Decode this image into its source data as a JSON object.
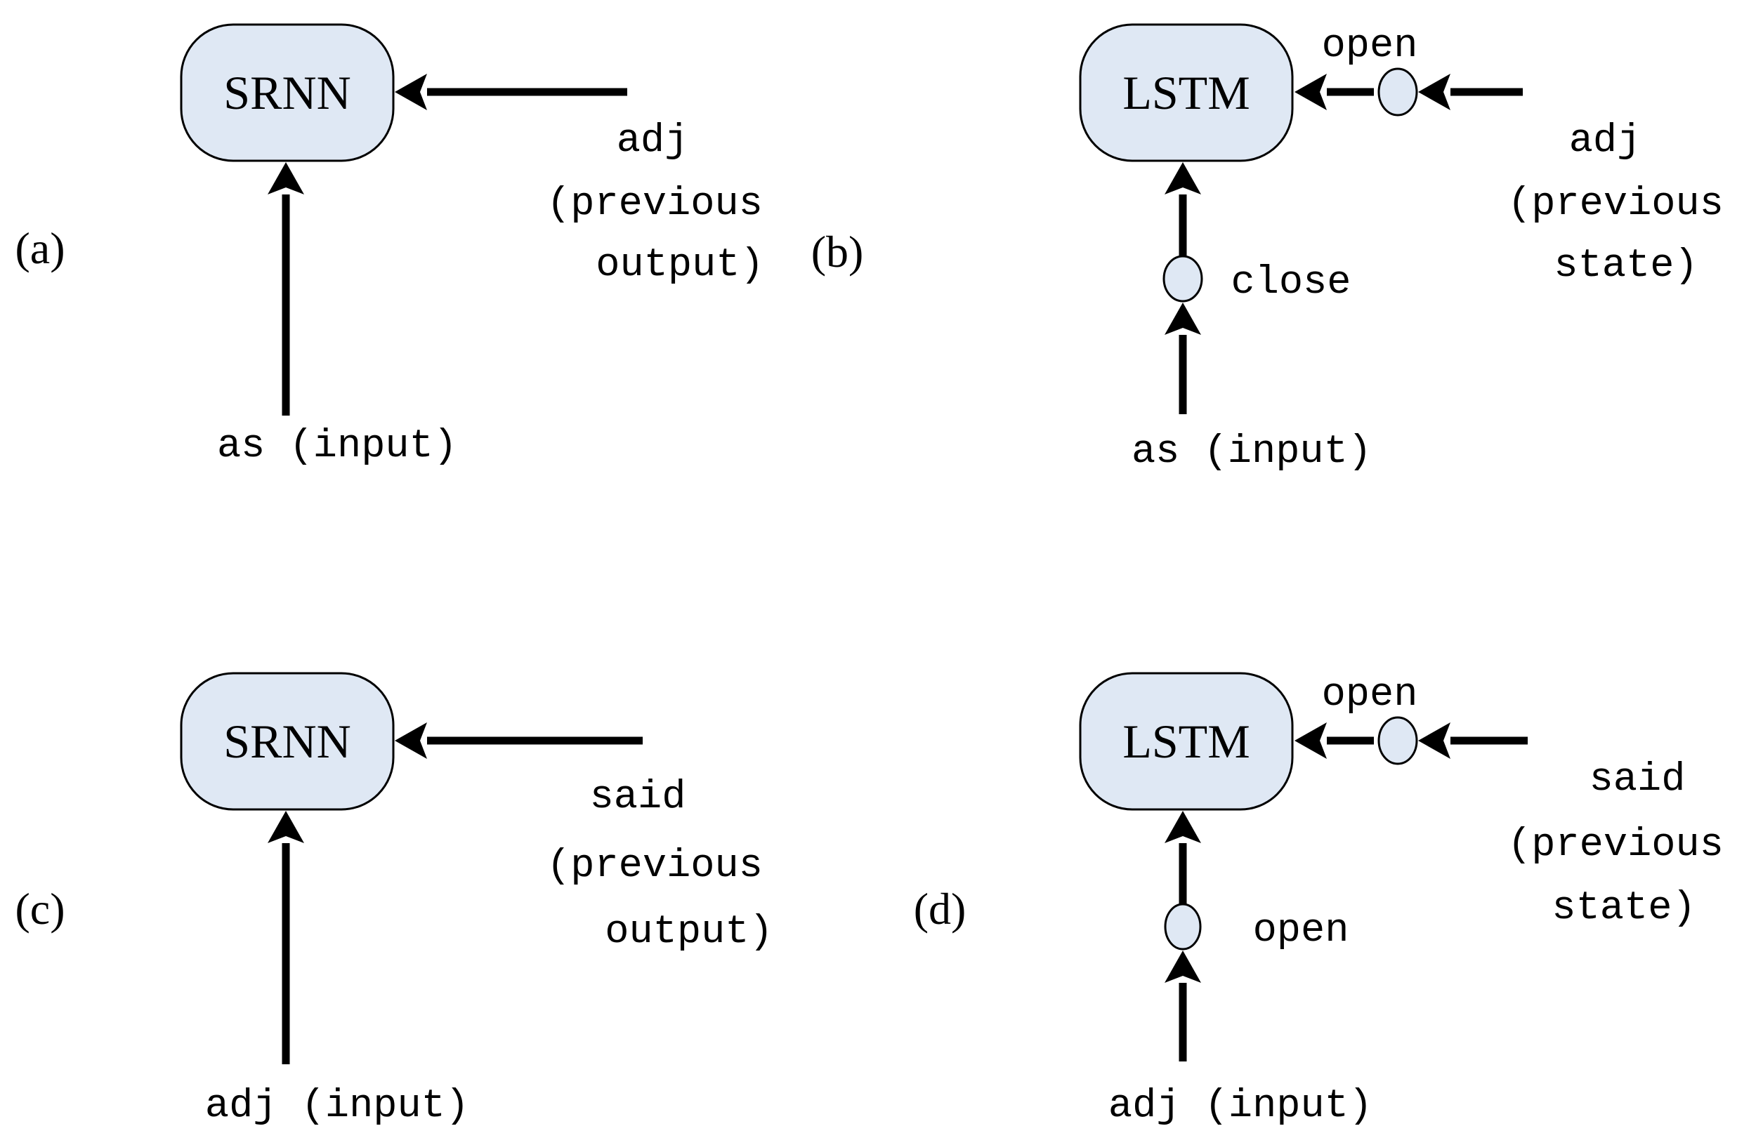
{
  "figure": {
    "colors": {
      "node_fill": "#dfe8f4",
      "line": "#000000",
      "text": "#000000"
    },
    "panels": {
      "a": {
        "tag": "(a)",
        "node": "SRNN",
        "input_label": "as (input)",
        "recurrent_label_lines": [
          "adj",
          "(previous",
          "output)"
        ]
      },
      "b": {
        "tag": "(b)",
        "node": "LSTM",
        "input_label": "as (input)",
        "input_gate": "close",
        "recurrent_gate": "open",
        "recurrent_label_lines": [
          "adj",
          "(previous",
          "state)"
        ]
      },
      "c": {
        "tag": "(c)",
        "node": "SRNN",
        "input_label": "adj (input)",
        "recurrent_label_lines": [
          "said",
          "(previous",
          "output)"
        ]
      },
      "d": {
        "tag": "(d)",
        "node": "LSTM",
        "input_label": "adj (input)",
        "input_gate": "open",
        "recurrent_gate": "open",
        "recurrent_label_lines": [
          "said",
          "(previous",
          "state)"
        ]
      }
    }
  }
}
